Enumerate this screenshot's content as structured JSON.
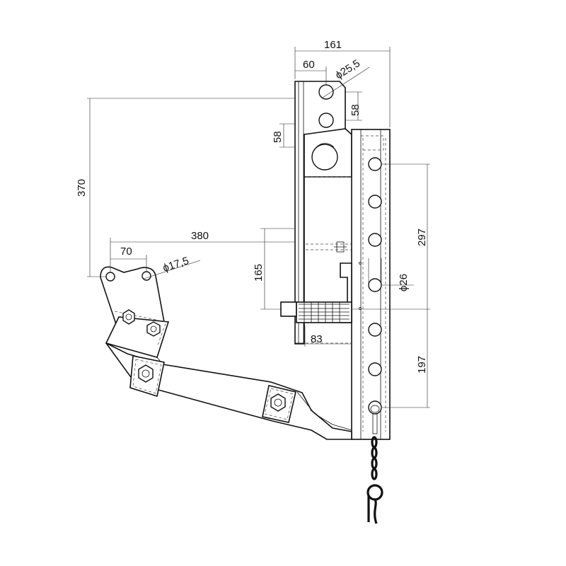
{
  "dimensions": {
    "width_total": "161",
    "width_top": "60",
    "hole_diameter_top": "ϕ25,5",
    "hole_spacing_vertical": "58",
    "hole_spacing_left": "58",
    "height_left": "370",
    "arm_reach": "380",
    "arm_hole_spacing": "70",
    "arm_hole_diameter": "ϕ17,5",
    "bracket_height": "165",
    "beam_upper": "297",
    "beam_hole_diameter": "ϕ26",
    "beam_lower": "197",
    "spline_length": "83"
  },
  "colors": {
    "line": "#111111",
    "background": "#ffffff"
  },
  "icons": [
    "hex-nut-icon",
    "chain-icon",
    "lynch-pin-icon"
  ]
}
